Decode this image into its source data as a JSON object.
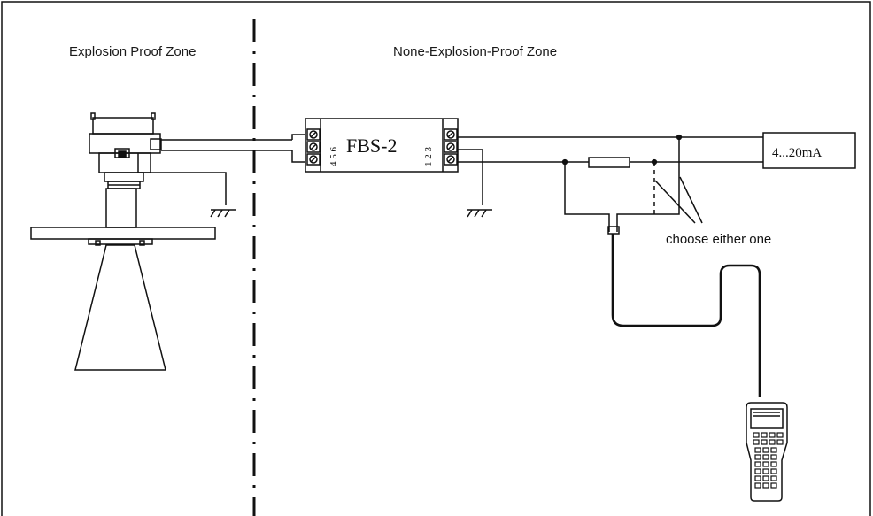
{
  "zones": {
    "left_label": "Explosion Proof Zone",
    "right_label": "None-Explosion-Proof Zone"
  },
  "barrier": {
    "model": "FBS-2",
    "left_terminals": "4 5 6",
    "right_terminals": "1 2 3"
  },
  "output": {
    "label": "4...20mA"
  },
  "annotation": {
    "choose": "choose either one"
  },
  "colors": {
    "line": "#111111",
    "background": "#ffffff"
  }
}
